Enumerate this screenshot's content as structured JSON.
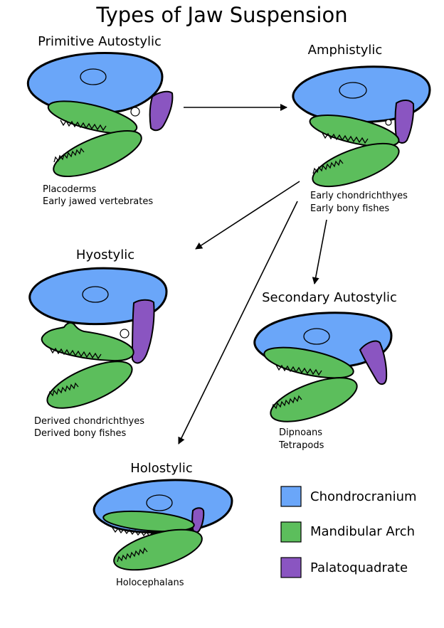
{
  "title": "Types of Jaw Suspension",
  "stages": {
    "primitive": {
      "name": "Primitive Autostylic",
      "groups": [
        "Placoderms",
        "Early jawed vertebrates"
      ]
    },
    "amphistylic": {
      "name": "Amphistylic",
      "groups": [
        "Early chondrichthyes",
        "Early bony fishes"
      ]
    },
    "hyostylic": {
      "name": "Hyostylic",
      "groups": [
        "Derived chondrichthyes",
        "Derived bony fishes"
      ]
    },
    "secondary": {
      "name": "Secondary Autostylic",
      "groups": [
        "Dipnoans",
        "Tetrapods"
      ]
    },
    "holostylic": {
      "name": "Holostylic",
      "groups": [
        "Holocephalans"
      ]
    }
  },
  "legend": [
    {
      "label": "Chondrocranium",
      "color": "#6aa6f9"
    },
    {
      "label": "Mandibular Arch",
      "color": "#5cbe5c"
    },
    {
      "label": "Palatoquadrate",
      "color": "#8a55c1"
    }
  ],
  "arrows": [
    {
      "from": "Primitive Autostylic",
      "to": "Amphistylic"
    },
    {
      "from": "Amphistylic",
      "to": "Hyostylic"
    },
    {
      "from": "Amphistylic",
      "to": "Holostylic"
    },
    {
      "from": "Amphistylic",
      "to": "Secondary Autostylic"
    }
  ]
}
